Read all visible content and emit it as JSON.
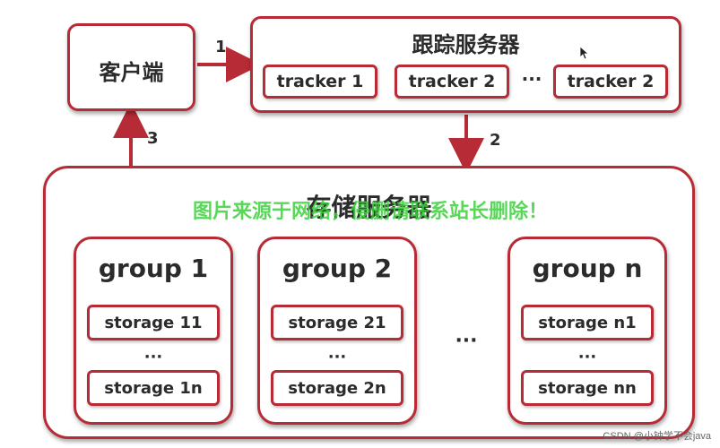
{
  "client": {
    "label": "客户端"
  },
  "tracker_server": {
    "title": "跟踪服务器",
    "trackers": [
      "tracker 1",
      "tracker 2",
      "tracker 2"
    ],
    "ellipsis": "···"
  },
  "arrows": {
    "step1": "1",
    "step2": "2",
    "step3": "3"
  },
  "storage_server": {
    "title": "存储服务器",
    "groups": [
      {
        "title": "group 1",
        "top_storage": "storage 11",
        "bottom_storage": "storage 1n",
        "ellipsis": "···"
      },
      {
        "title": "group 2",
        "top_storage": "storage 21",
        "bottom_storage": "storage 2n",
        "ellipsis": "···"
      },
      {
        "title": "group n",
        "top_storage": "storage n1",
        "bottom_storage": "storage nn",
        "ellipsis": "···"
      }
    ],
    "between_groups_ellipsis": "···"
  },
  "watermark": "图片来源于网络，侵删请联系站长删除！",
  "credit": "CSDN @小钟学不会java",
  "colors": {
    "border": "#b62b35",
    "arrow": "#b62b35",
    "watermark": "#3bd13b"
  }
}
